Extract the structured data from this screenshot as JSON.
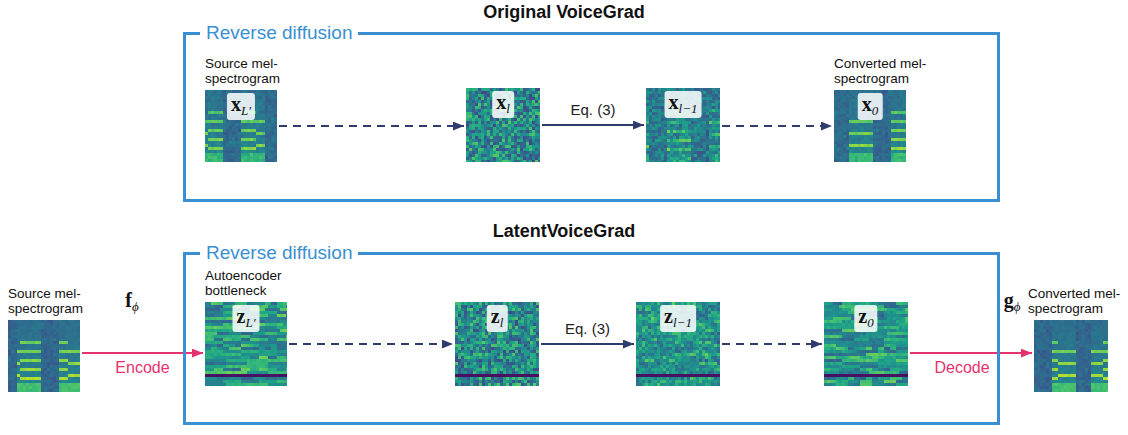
{
  "diagram": {
    "nodes": [
      {
        "text": [
          "Reverse diffusion"
        ]
      },
      {
        "text": [
          "Source mel-spectrogram",
          "xL′"
        ],
        "in": 0
      },
      {
        "text": [
          "xl"
        ],
        "in": 0
      },
      {
        "text": [
          "xl−1"
        ],
        "in": 0
      },
      {
        "text": [
          "Converted mel-spectrogram",
          "x0"
        ],
        "in": 0
      },
      {
        "text": [
          "Source mel-spectrogram"
        ]
      },
      {
        "text": [
          "Reverse diffusion"
        ]
      },
      {
        "text": [
          "Autoencoder bottleneck",
          "zL′"
        ],
        "in": 6
      },
      {
        "text": [
          "zl"
        ],
        "in": 6
      },
      {
        "text": [
          "zl−1"
        ],
        "in": 6
      },
      {
        "text": [
          "z0"
        ],
        "in": 6
      },
      {
        "text": [
          "Converted mel-spectrogram"
        ]
      }
    ],
    "edges": [
      {
        "from": 1,
        "to": 2,
        "arrow": "to"
      },
      {
        "from": 2,
        "to": 3,
        "label": "Eq. (3)",
        "arrow": "to"
      },
      {
        "from": 3,
        "to": 4,
        "arrow": "to"
      },
      {
        "from": 5,
        "to": 7,
        "label": "Encode",
        "arrow": "to"
      },
      {
        "from": 7,
        "to": 8,
        "arrow": "to"
      },
      {
        "from": 8,
        "to": 9,
        "label": "Eq. (3)",
        "arrow": "to"
      },
      {
        "from": 9,
        "to": 10,
        "arrow": "to"
      },
      {
        "from": 10,
        "to": 11,
        "label": "Decode",
        "arrow": "to"
      }
    ],
    "labels": [
      "Original VoiceGrad",
      "LatentVoiceGrad",
      "fϕ",
      "gϕ"
    ]
  }
}
